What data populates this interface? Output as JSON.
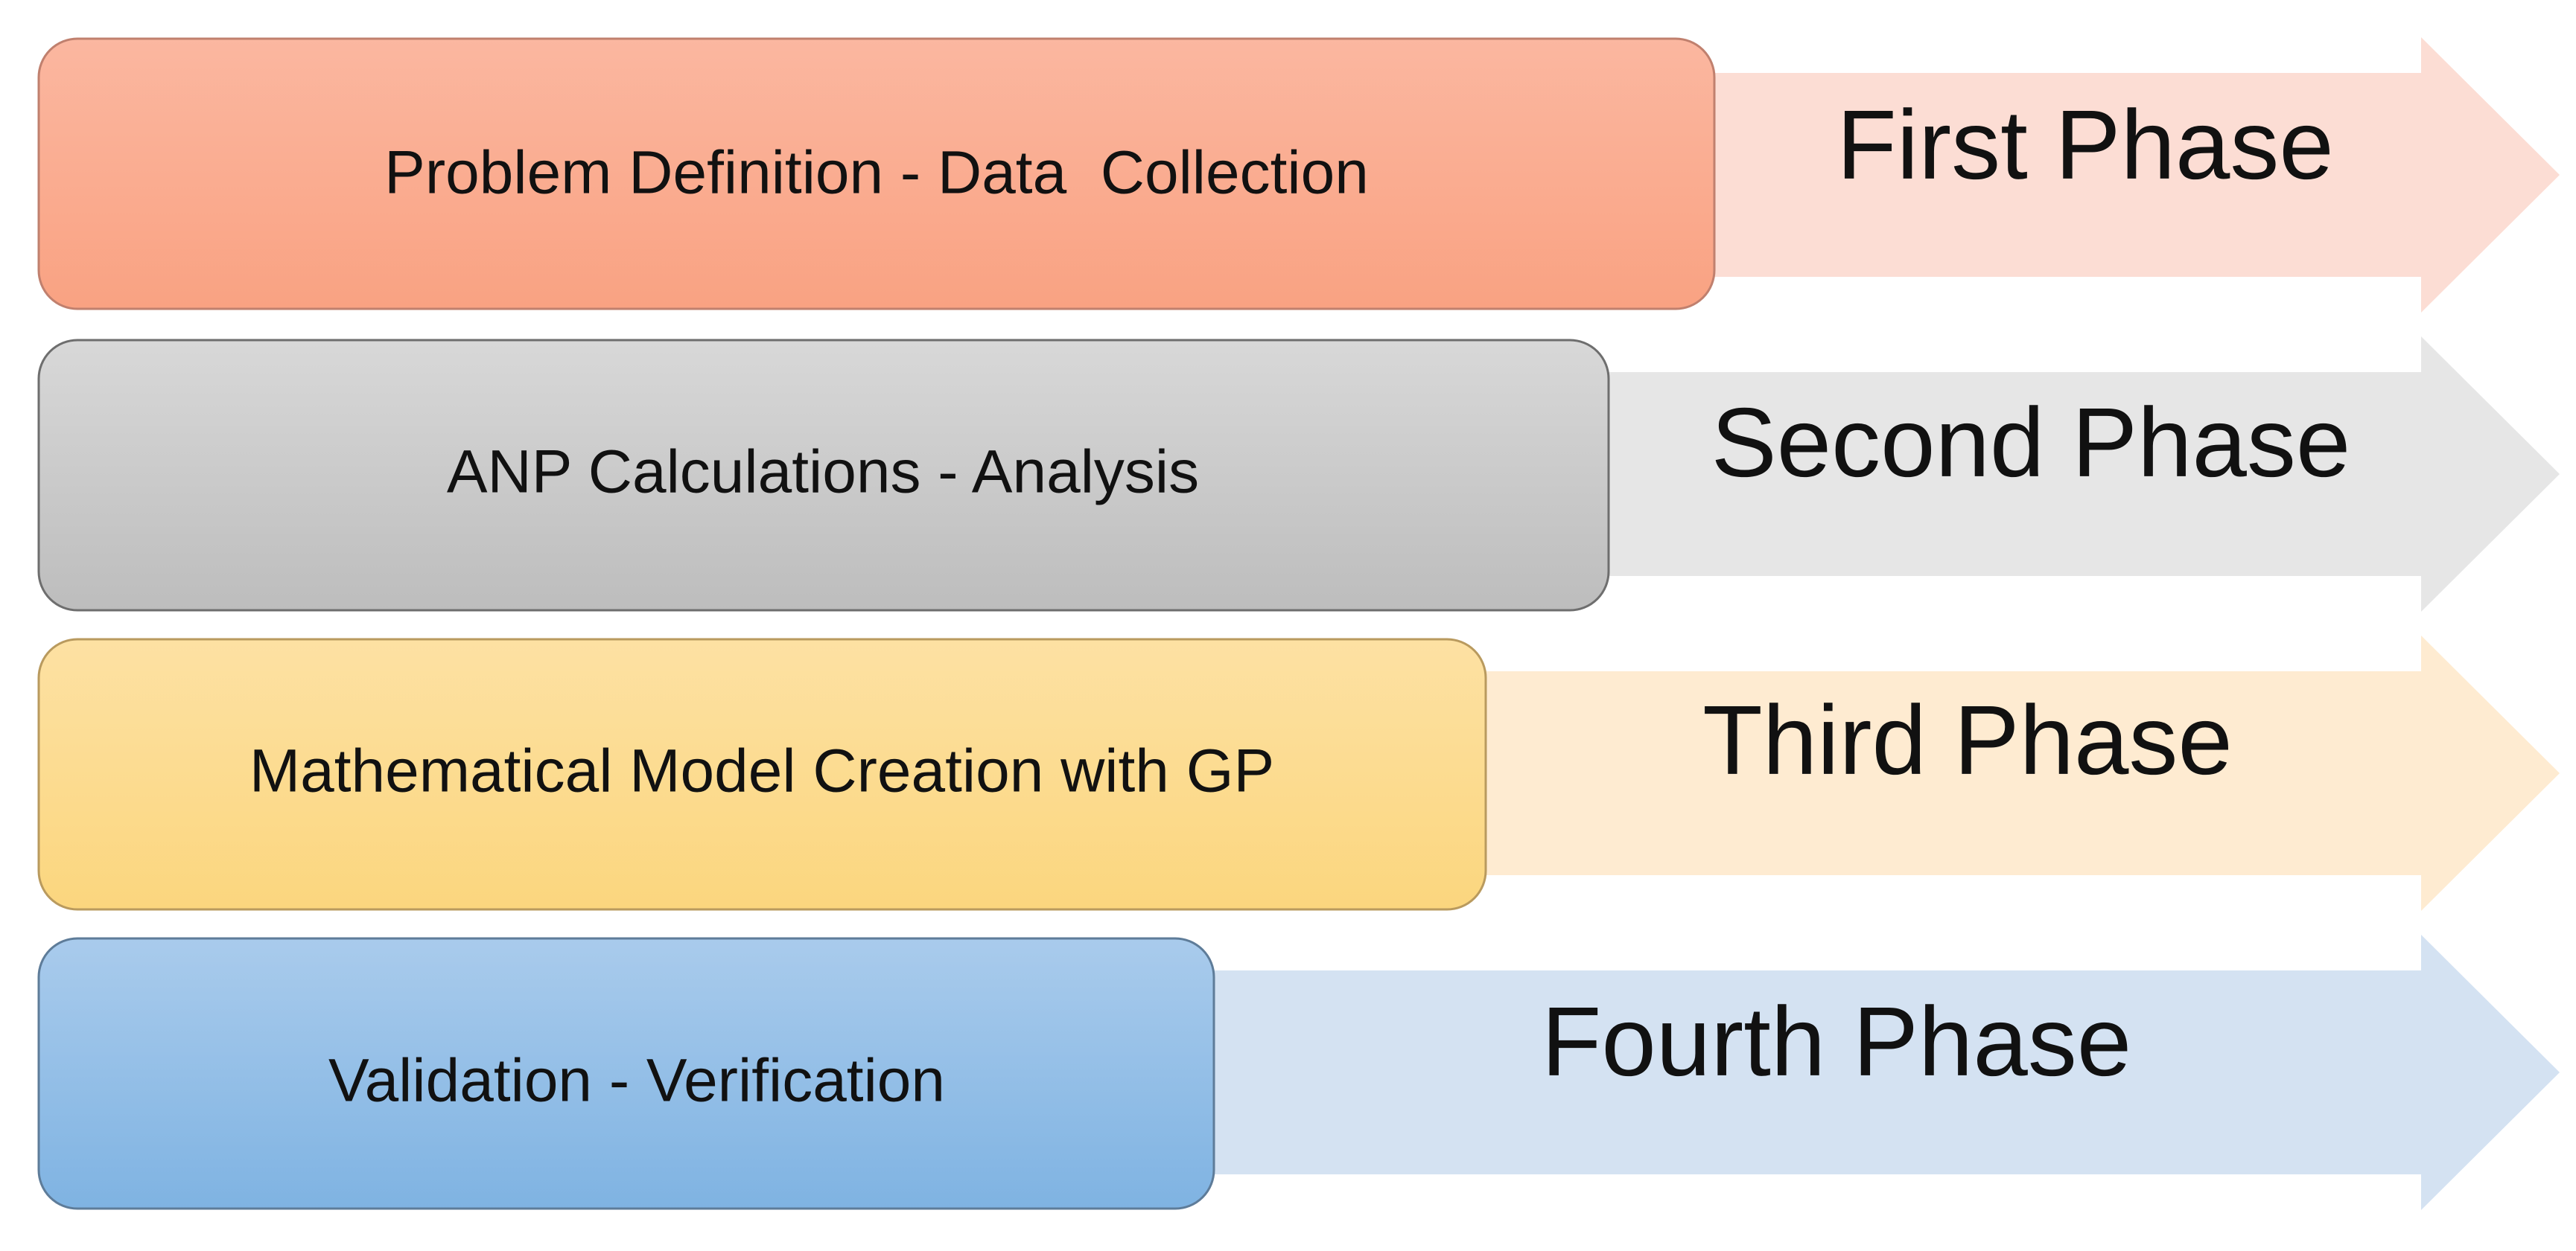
{
  "phases": [
    {
      "step_label": "Problem Definition - Data  Collection",
      "phase_label": "First Phase",
      "box_gradient_top": "#FBB7A0",
      "box_gradient_bottom": "#F9A282",
      "box_border": "#C0806E",
      "arrow_color": "#FCDDD4"
    },
    {
      "step_label": "ANP Calculations - Analysis",
      "phase_label": "Second Phase",
      "box_gradient_top": "#D8D8D8",
      "box_gradient_bottom": "#BDBDBD",
      "box_border": "#6E6E6E",
      "arrow_color": "#E6E6E6"
    },
    {
      "step_label": "Mathematical Model Creation with GP",
      "phase_label": "Third Phase",
      "box_gradient_top": "#FDE1A3",
      "box_gradient_bottom": "#FBD67E",
      "box_border": "#B99A5E",
      "arrow_color": "#FEEBD1"
    },
    {
      "step_label": "Validation - Verification",
      "phase_label": "Fourth Phase",
      "box_gradient_top": "#A9CBEC",
      "box_gradient_bottom": "#7FB3E2",
      "box_border": "#5E7C99",
      "arrow_color": "#D4E2F2"
    }
  ]
}
